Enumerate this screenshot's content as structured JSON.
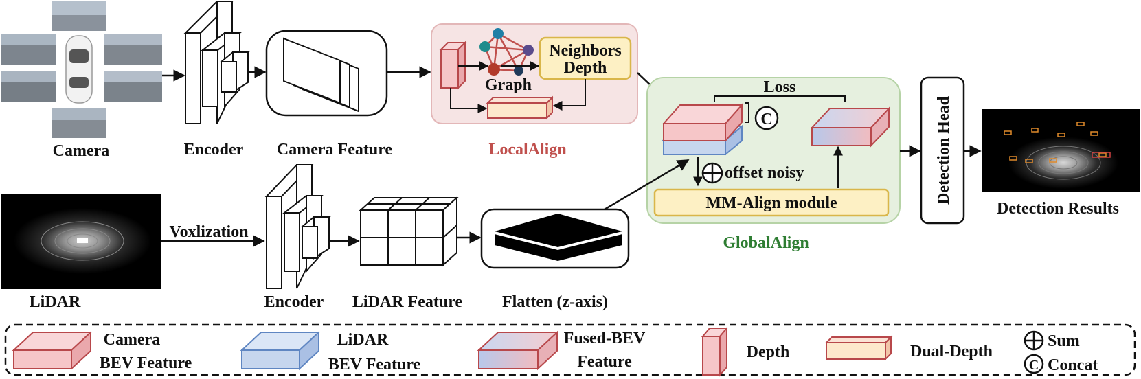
{
  "labels": {
    "camera": "Camera",
    "encoder_top": "Encoder",
    "camera_feature": "Camera Feature",
    "neighbors_depth_line1": "Neighbors",
    "neighbors_depth_line2": "Depth",
    "graph": "Graph",
    "local_align": "LocalAlign",
    "loss": "Loss",
    "concat_symbol": "C",
    "offset_noisy": "offset noisy",
    "mm_align_module": "MM-Align module",
    "global_align": "GlobalAlign",
    "detection_head": "Detection Head",
    "detection_results": "Detection Results",
    "lidar": "LiDAR",
    "voxlization": "Voxlization",
    "encoder_bottom": "Encoder",
    "lidar_feature": "LiDAR Feature",
    "flatten": "Flatten (z-axis)"
  },
  "legend": {
    "camera_bev_line1": "Camera",
    "camera_bev_line2": "BEV Feature",
    "lidar_bev_line1": "LiDAR",
    "lidar_bev_line2": "BEV Feature",
    "fused_bev_line1": "Fused-BEV",
    "fused_bev_line2": "Feature",
    "depth": "Depth",
    "dual_depth": "Dual-Depth",
    "sum": "Sum",
    "concat": "Concat",
    "concat_symbol": "C"
  },
  "colors": {
    "camera_bev_fill": "#f6c6c8",
    "camera_bev_stroke": "#b8484b",
    "lidar_bev_fill": "#c6d6ee",
    "lidar_bev_stroke": "#5f86c2",
    "local_align_bg": "#f6e4e4",
    "local_align_border": "#e3b7b8",
    "local_align_text": "#c0504d",
    "global_align_bg": "#e6f0df",
    "global_align_border": "#b6d3a6",
    "global_align_text": "#2e7d32",
    "yellow_fill": "#fdf0c4",
    "yellow_stroke": "#d9b64a"
  }
}
